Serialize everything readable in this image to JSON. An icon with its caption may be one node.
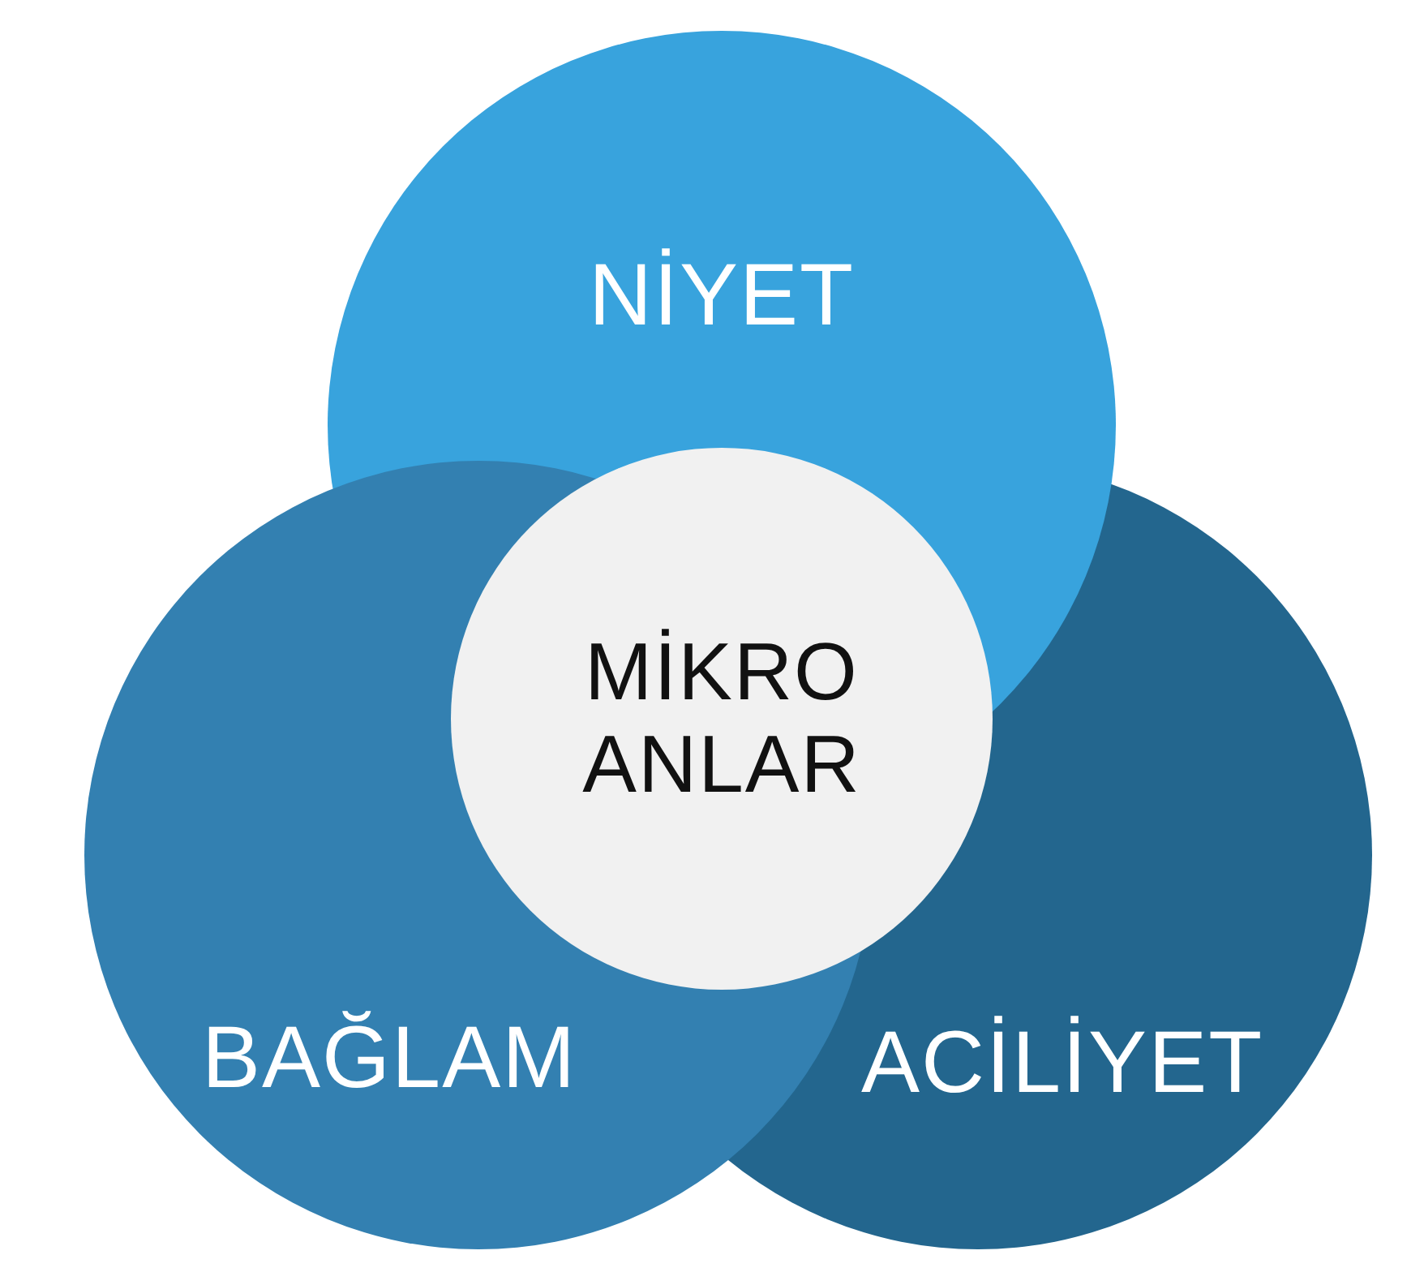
{
  "diagram": {
    "nodes": [
      {
        "text": [
          "NİYET"
        ]
      },
      {
        "text": [
          "MİKRO ANLAR"
        ]
      },
      {
        "text": [
          "BAĞLAM"
        ]
      },
      {
        "text": [
          "ACİLİYET"
        ]
      }
    ]
  }
}
